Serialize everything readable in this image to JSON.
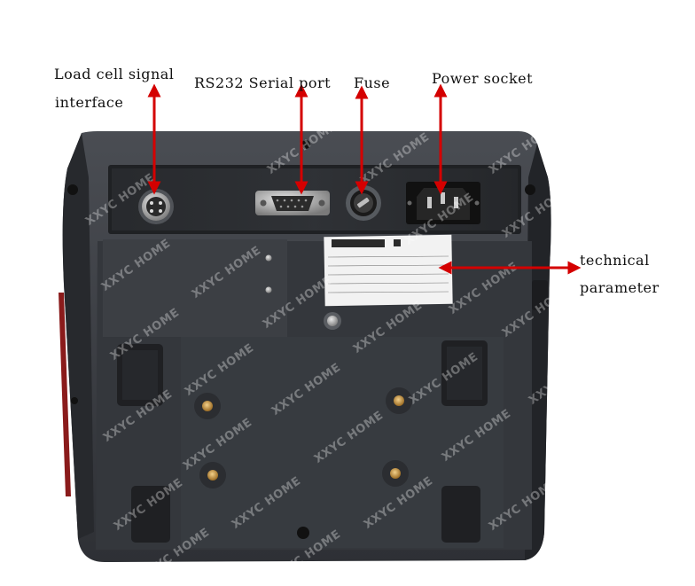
{
  "labels": {
    "load_cell_line1": "Load cell signal",
    "load_cell_line2": "interface",
    "rs232": "RS232 Serial port",
    "fuse": "Fuse",
    "power_socket": "Power socket",
    "technical_line1": "technical",
    "technical_line2": "parameter"
  },
  "watermark": {
    "text": "XXYC HOME"
  },
  "colors": {
    "arrow": "#d40000",
    "housing": "#3a3d42",
    "housing_dark": "#25272b",
    "label_bg": "#f4f4f4"
  }
}
